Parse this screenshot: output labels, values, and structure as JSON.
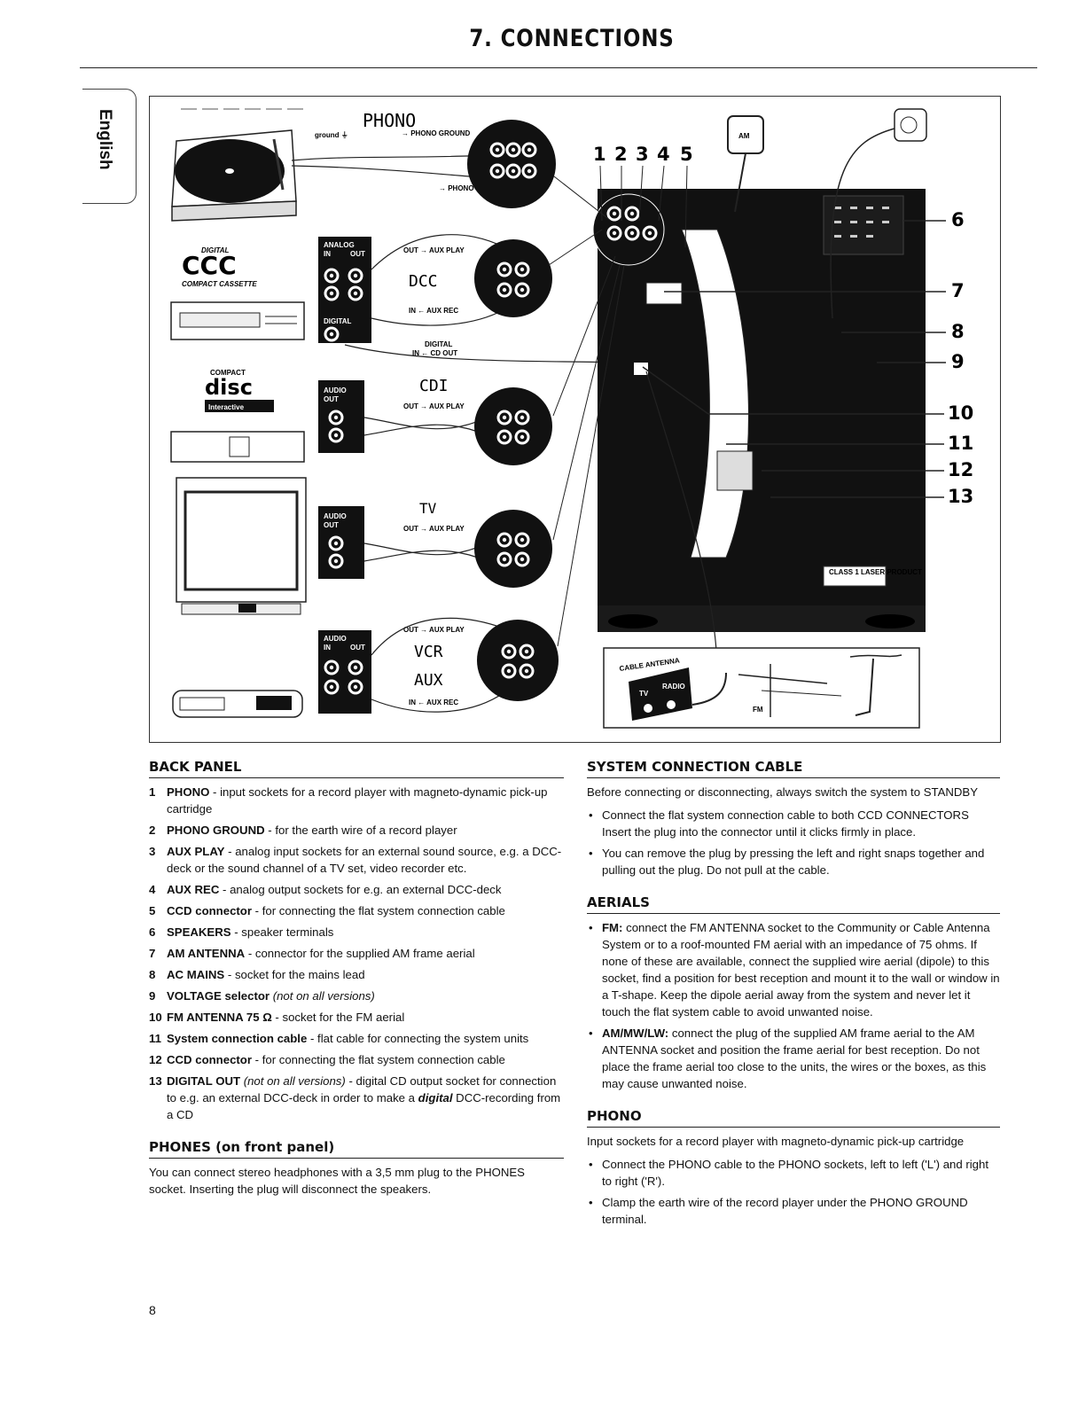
{
  "header": {
    "title": "7. CONNECTIONS",
    "language_tab": "English"
  },
  "figure": {
    "phono_display": "PHONO",
    "ground_label": "ground ⏚",
    "phono_ground_label": "→ PHONO GROUND",
    "phono_label": "→ PHONO",
    "dcc_logo": "DIGITAL",
    "dcc_mark": "CCC",
    "dcc_caption": "COMPACT CASSETTE",
    "cd_logo_top": "COMPACT",
    "cd_logo": "disc",
    "cd_interactive": "Interactive",
    "dcc_display": "DCC",
    "cdi_display": "CDI",
    "tv_display": "TV",
    "vcr_display": "VCR",
    "aux_display": "AUX",
    "out_aux_play": "OUT → AUX PLAY",
    "in_aux_rec": "IN ← AUX REC",
    "digital_in_cd_out_1": "DIGITAL",
    "digital_in_cd_out_2": "IN ← CD OUT",
    "analog_label": "ANALOG",
    "digital_label": "DIGITAL",
    "audio_label": "AUDIO",
    "in_label": "IN",
    "out_label": "OUT",
    "am_label": "AM",
    "fm_label": "FM",
    "cable_antenna": "CABLE ANTENNA",
    "tv_label": "TV",
    "radio_label": "RADIO",
    "class_label": "CLASS 1 LASER PRODUCT",
    "callouts_top": [
      "1",
      "2",
      "3",
      "4",
      "5"
    ],
    "callouts_side": [
      "6",
      "7",
      "8",
      "9",
      "10",
      "11",
      "12",
      "13"
    ]
  },
  "back_panel": {
    "heading": "BACK PANEL",
    "items": [
      {
        "num": "1",
        "term": "PHONO",
        "text": " - input sockets for a record player with magneto-dynamic pick-up cartridge"
      },
      {
        "num": "2",
        "term": "PHONO GROUND",
        "text": " - for the earth wire of a record player"
      },
      {
        "num": "3",
        "term": "AUX PLAY",
        "text": " - analog input sockets for an external sound source, e.g. a DCC-deck or the sound channel of a TV set, video recorder etc."
      },
      {
        "num": "4",
        "term": "AUX REC",
        "text": " - analog output sockets for e.g. an external DCC-deck"
      },
      {
        "num": "5",
        "term": "CCD connector",
        "text": " - for connecting the flat system connection cable"
      },
      {
        "num": "6",
        "term": "SPEAKERS",
        "text": " - speaker terminals"
      },
      {
        "num": "7",
        "term": "AM ANTENNA",
        "text": " - connector for the supplied AM frame aerial"
      },
      {
        "num": "8",
        "term": "AC MAINS",
        "text": " - socket for the mains lead"
      },
      {
        "num": "9",
        "term": "VOLTAGE selector",
        "note": "(not on all versions)",
        "text": ""
      },
      {
        "num": "10",
        "term": "FM ANTENNA 75 Ω",
        "text": " - socket for the FM aerial"
      },
      {
        "num": "11",
        "term": "System connection cable",
        "text": " - flat cable for connecting the system units"
      },
      {
        "num": "12",
        "term": "CCD connector",
        "text": " - for connecting the flat system connection cable"
      },
      {
        "num": "13",
        "term": "DIGITAL OUT",
        "note": "(not on all versions)",
        "text": " - digital CD output socket for connection to e.g. an external DCC-deck in order to make a ",
        "em": "digital",
        "tail": " DCC-recording from a CD"
      }
    ]
  },
  "phones": {
    "heading": "PHONES (on front panel)",
    "text": "You can connect stereo headphones with a 3,5 mm plug to the PHONES socket. Inserting the plug will disconnect the speakers."
  },
  "system_cable": {
    "heading": "SYSTEM CONNECTION CABLE",
    "intro": "Before connecting or disconnecting, always switch the system to STANDBY",
    "bullets": [
      "Connect the flat system connection cable to both CCD CONNECTORS Insert the plug into the connector until it clicks firmly in place.",
      "You can remove the plug by pressing the left and right snaps together and pulling out the plug. Do not pull at the cable."
    ]
  },
  "aerials": {
    "heading": "AERIALS",
    "bullets": [
      {
        "term": "FM:",
        "text": " connect the FM ANTENNA socket to the Community or Cable Antenna System or to a roof-mounted FM aerial with an impedance of 75 ohms. If none of these are available, connect the supplied wire aerial (dipole) to this socket, find a position for best reception and mount it to the wall or window in a T-shape. Keep the dipole aerial away from the system and never let it touch the flat system cable to avoid unwanted noise."
      },
      {
        "term": "AM/MW/LW:",
        "text": " connect the plug of the supplied AM frame aerial to the AM ANTENNA socket and position the frame aerial for best reception. Do not place the frame aerial too close to the units, the wires or the boxes, as this may cause unwanted noise."
      }
    ]
  },
  "phono": {
    "heading": "PHONO",
    "intro": "Input sockets for a record player with magneto-dynamic pick-up cartridge",
    "bullets": [
      "Connect the PHONO cable to the PHONO sockets, left to left ('L') and right to right ('R').",
      "Clamp the earth wire of the record player under the PHONO GROUND terminal."
    ]
  },
  "footer": {
    "page_number": "8"
  }
}
